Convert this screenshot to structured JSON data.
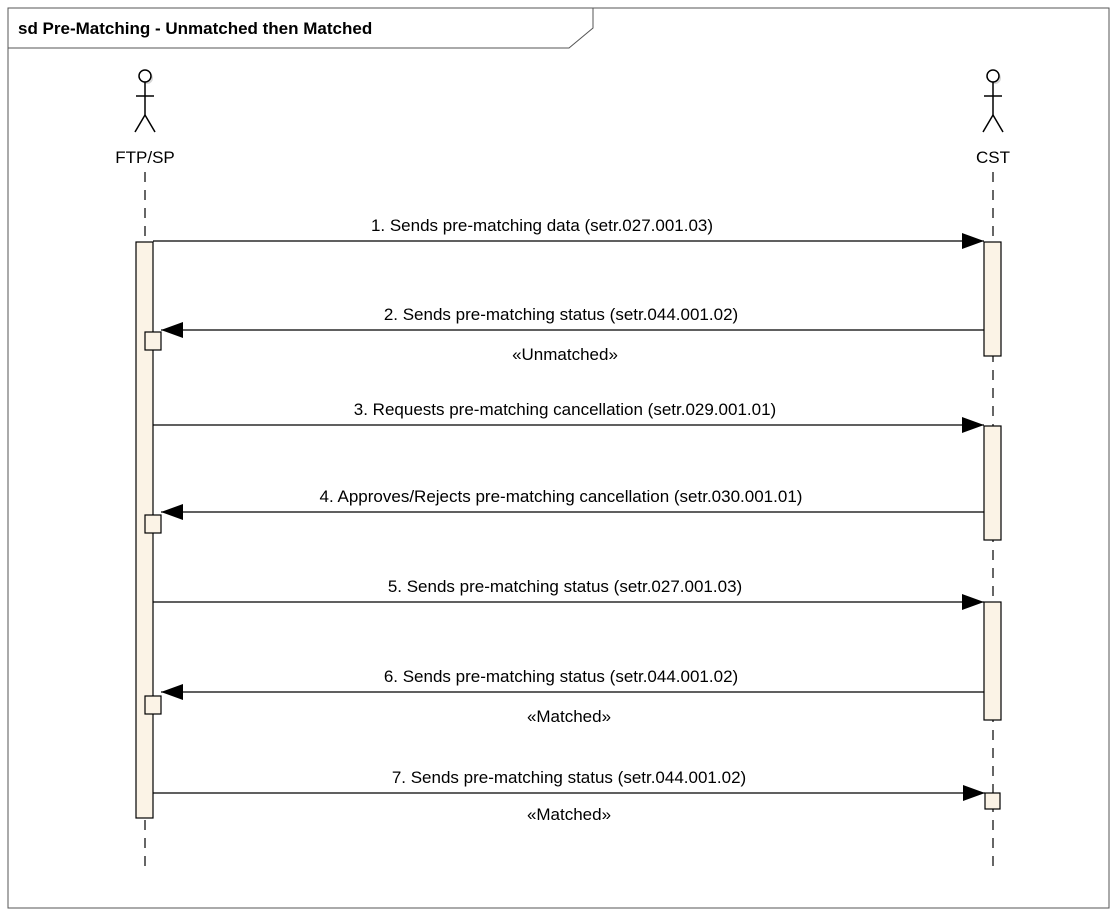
{
  "frame": {
    "title": "sd Pre-Matching - Unmatched then Matched"
  },
  "actors": [
    {
      "id": "ftp",
      "label": "FTP/SP"
    },
    {
      "id": "cst",
      "label": "CST"
    }
  ],
  "messages": [
    {
      "label": "1. Sends pre-matching data (setr.027.001.03)",
      "from": "ftp",
      "to": "cst",
      "stereotype": ""
    },
    {
      "label": "2. Sends pre-matching status (setr.044.001.02)",
      "from": "cst",
      "to": "ftp",
      "stereotype": "«Unmatched»"
    },
    {
      "label": "3. Requests pre-matching cancellation (setr.029.001.01)",
      "from": "ftp",
      "to": "cst",
      "stereotype": ""
    },
    {
      "label": "4. Approves/Rejects pre-matching cancellation (setr.030.001.01)",
      "from": "cst",
      "to": "ftp",
      "stereotype": ""
    },
    {
      "label": "5. Sends pre-matching status (setr.027.001.03)",
      "from": "ftp",
      "to": "cst",
      "stereotype": ""
    },
    {
      "label": "6. Sends pre-matching status (setr.044.001.02)",
      "from": "cst",
      "to": "ftp",
      "stereotype": "«Matched»"
    },
    {
      "label": "7. Sends pre-matching status (setr.044.001.02)",
      "from": "ftp",
      "to": "cst",
      "stereotype": "«Matched»"
    }
  ],
  "colors": {
    "activation_fill": "#fbf3e6",
    "line": "#000000",
    "frame_header": "#ffffff"
  }
}
